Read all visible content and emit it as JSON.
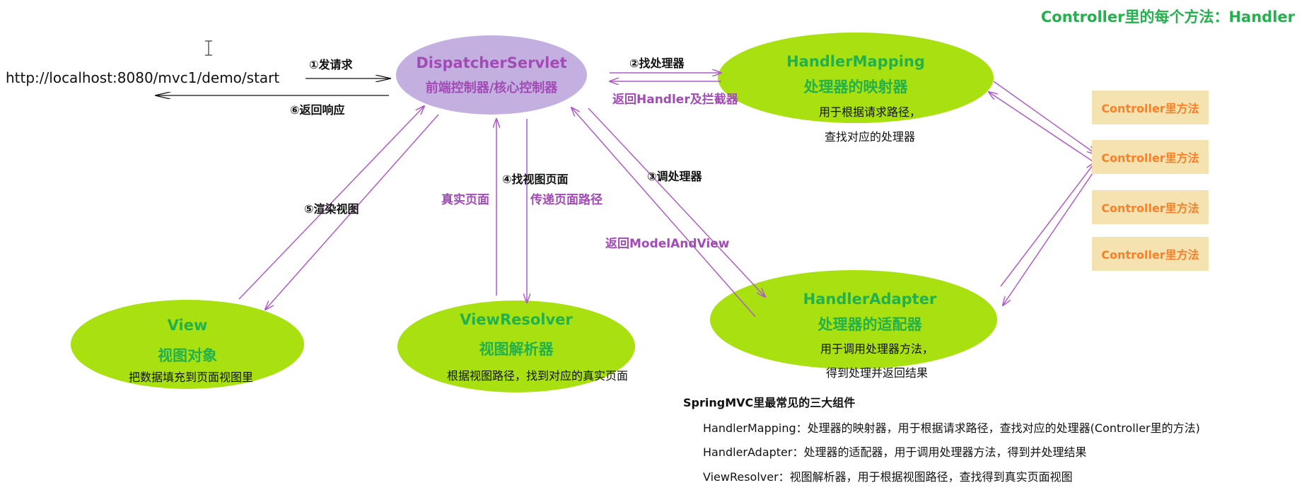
{
  "top_note": "Controller里的每个方法：Handler",
  "url": "http://localhost:8080/mvc1/demo/start",
  "nodes": {
    "dispatcher": {
      "title": "DispatcherServlet",
      "subtitle": "前端控制器/核心控制器"
    },
    "handler_mapping": {
      "title": "HandlerMapping",
      "subtitle": "处理器的映射器",
      "desc1": "用于根据请求路径，",
      "desc2": "查找对应的处理器"
    },
    "handler_adapter": {
      "title": "HandlerAdapter",
      "subtitle": "处理器的适配器",
      "desc1": "用于调用处理器方法，",
      "desc2": "得到处理并返回结果"
    },
    "view_resolver": {
      "title": "ViewResolver",
      "subtitle": "视图解析器",
      "desc": "根据视图路径，找到对应的真实页面"
    },
    "view": {
      "title": "View",
      "subtitle": "视图对象",
      "desc": "把数据填充到页面视图里"
    }
  },
  "steps": {
    "s1": "①发请求",
    "s2": "②找处理器",
    "s3": "③调处理器",
    "s4": "④找视图页面",
    "s5": "⑤渲染视图",
    "s6": "⑥返回响应"
  },
  "labels": {
    "return_handler": "返回Handler及拦截器",
    "return_mav": "返回ModelAndView",
    "real_page": "真实页面",
    "pass_path": "传递页面路径"
  },
  "controller_boxes": [
    "Controller里方法",
    "Controller里方法",
    "Controller里方法",
    "Controller里方法"
  ],
  "summary": {
    "title": "SpringMVC里最常见的三大组件",
    "lines": [
      "HandlerMapping：处理器的映射器，用于根据请求路径，查找对应的处理器(Controller里的方法)",
      "HandlerAdapter：处理器的适配器，用于调用处理器方法，得到并处理结果",
      "ViewResolver：视图解析器，用于根据视图路径，查找得到真实页面视图"
    ]
  },
  "colors": {
    "node_green": "#a8e010",
    "dispatcher_purple": "#c4b0e0",
    "arrow_purple": "#b05bc8",
    "title_green": "#22b14c",
    "label_purple": "#a24ab5",
    "controller_bg": "#f4e3b0",
    "controller_text": "#ff7f27"
  }
}
